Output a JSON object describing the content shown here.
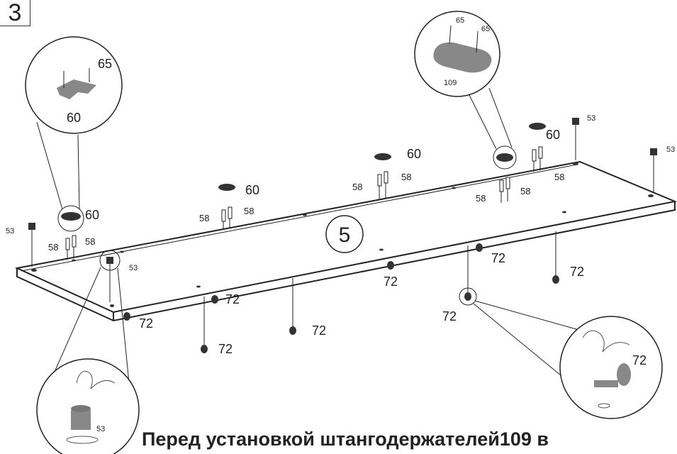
{
  "step_number": "3",
  "panel_label": "5",
  "caption": "Перед установкой штангодержателей109 в",
  "parts": {
    "p53": "53",
    "p58": "58",
    "p60": "60",
    "p65": "65",
    "p72": "72",
    "p109": "109"
  }
}
